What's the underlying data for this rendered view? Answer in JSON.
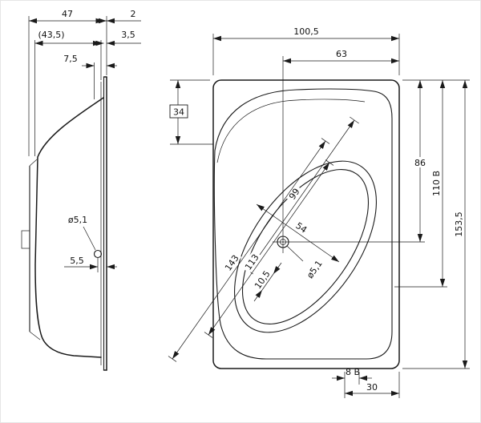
{
  "page": {
    "background": "#ffffff",
    "line_color": "#1a1a1a"
  },
  "side_view": {
    "dims": {
      "height_total": "47",
      "rim_thickness": "2",
      "height_inner": "(43,5)",
      "bottom_thickness": "3,5",
      "rim_lip": "7,5",
      "hole_diameter": "ø5,1",
      "hole_offset": "5,5"
    }
  },
  "top_view": {
    "dims": {
      "width_total": "100,5",
      "drain_from_right": "63",
      "corner_offset": "34",
      "drain_from_top": "86",
      "length_ref": "110 B",
      "length_total": "153,5",
      "basin_length": "99",
      "basin_width": "54",
      "hole_diameter": "ø5,1",
      "drain_offset": "10,5",
      "diag_outer": "143",
      "diag_inner": "113",
      "bottom_ref": "8 B",
      "bottom_offset": "30"
    }
  }
}
